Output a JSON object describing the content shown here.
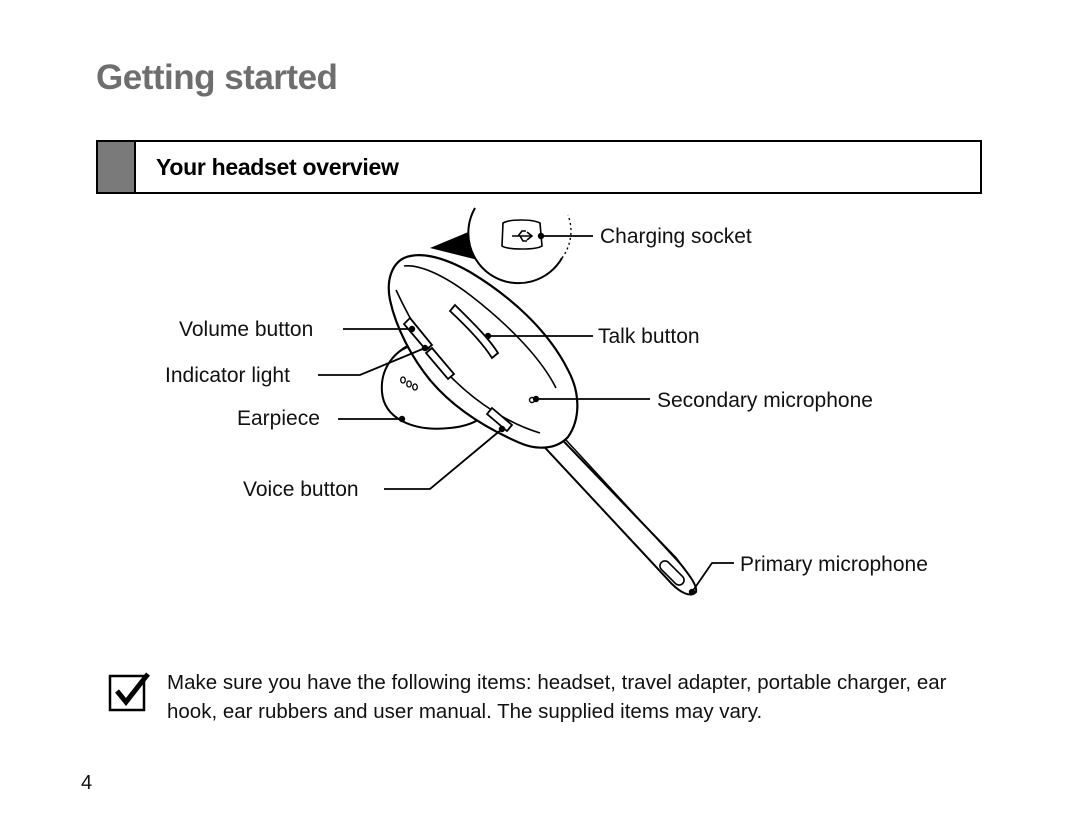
{
  "page": {
    "title": "Getting started",
    "page_number": "4"
  },
  "section": {
    "title": "Your headset overview"
  },
  "diagram": {
    "labels": {
      "charging_socket": "Charging socket",
      "volume_button": "Volume button",
      "talk_button": "Talk button",
      "indicator_light": "Indicator light",
      "secondary_microphone": "Secondary microphone",
      "earpiece": "Earpiece",
      "voice_button": "Voice button",
      "primary_microphone": "Primary microphone"
    }
  },
  "note": {
    "icon": "checkmark-note-icon",
    "text": "Make sure you have the following items: headset, travel adapter, portable charger, ear hook, ear rubbers and user manual. The supplied items may vary."
  },
  "colors": {
    "title_gray": "#6e6e6e",
    "section_tab_gray": "#7a7a7a",
    "line_black": "#000000"
  }
}
